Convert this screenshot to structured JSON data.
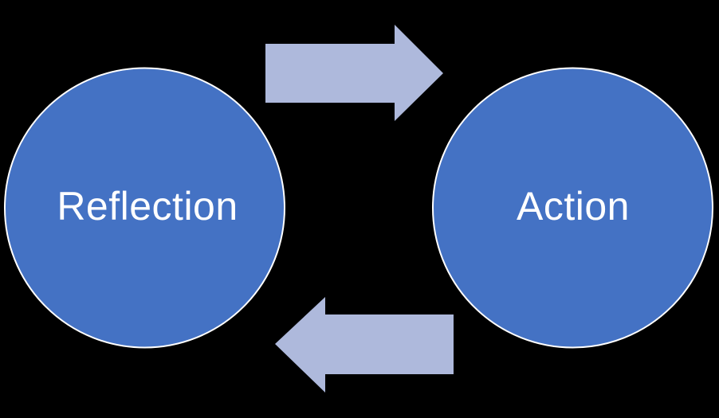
{
  "diagram": {
    "title": "",
    "nodes": [
      {
        "id": "reflection",
        "label": "Reflection"
      },
      {
        "id": "action",
        "label": "Action"
      }
    ],
    "arrows": [
      {
        "id": "top-arrow",
        "direction": "right",
        "from": "reflection",
        "to": "action"
      },
      {
        "id": "bottom-arrow",
        "direction": "left",
        "from": "action",
        "to": "reflection"
      }
    ],
    "colors": {
      "node_fill": "#4472C4",
      "node_border": "#FFFFFF",
      "arrow_fill": "#AEB9DC",
      "label_text": "#FFFFFF",
      "background": "#000000"
    }
  }
}
